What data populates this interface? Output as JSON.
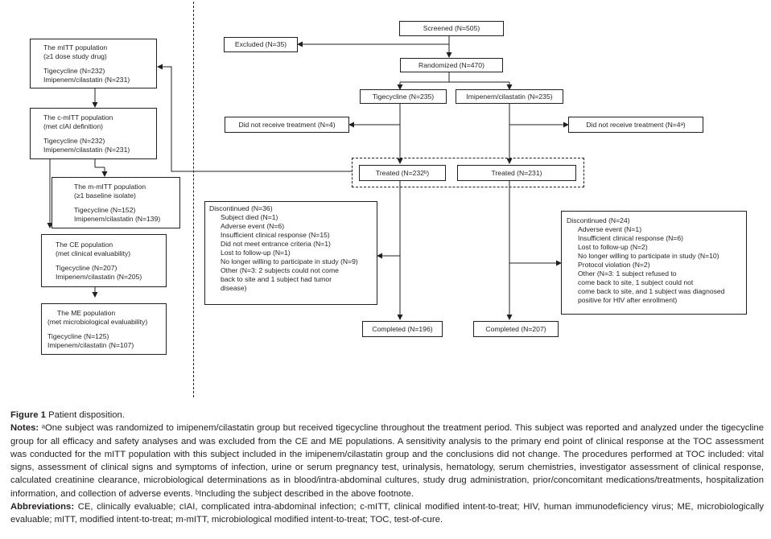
{
  "left": {
    "mitt": {
      "title": "The mITT population",
      "sub": "(≥1 dose study drug)",
      "tig": "Tigecycline (N=232)",
      "imi": "Imipenem/cilastatin (N=231)"
    },
    "cmitt": {
      "title": "The c-mITT population",
      "sub": "(met cIAI definition)",
      "tig": "Tigecycline (N=232)",
      "imi": "Imipenem/cilastatin (N=231)"
    },
    "mmitt": {
      "title": "The m-mITT population",
      "sub": "(≥1 baseline isolate)",
      "tig": "Tigecycline (N=152)",
      "imi": "Imipenem/cilastatin (N=139)"
    },
    "ce": {
      "title": "The CE population",
      "sub": "(met clinical evaluability)",
      "tig": "Tigecycline (N=207)",
      "imi": "Imipenem/cilastatin (N=205)"
    },
    "me": {
      "title": "The ME population",
      "sub": "(met microbiological evaluability)",
      "tig": "Tigecycline (N=125)",
      "imi": "Imipenem/cilastatin (N=107)"
    }
  },
  "flow": {
    "screened": "Screened (N=505)",
    "excluded": "Excluded (N=35)",
    "randomized": "Randomized (N=470)",
    "tig_arm": "Tigecycline (N=235)",
    "imi_arm": "Imipenem/cilastatin (N=235)",
    "no_treat_tig": "Did not receive treatment (N=4)",
    "no_treat_imi": "Did not receive treatment (N=4ᵃ)",
    "treated_tig": "Treated (N=232ᵇ)",
    "treated_imi": "Treated (N=231)",
    "completed_tig": "Completed (N=196)",
    "completed_imi": "Completed (N=207)",
    "disc_tig": {
      "title": "Discontinued (N=36)",
      "items": [
        "Subject died (N=1)",
        "Adverse event (N=6)",
        "Insufficient clinical response (N=15)",
        "Did not meet entrance criteria (N=1)",
        "Lost to follow-up (N=1)",
        "No longer willing to participate in study (N=9)",
        "Other (N=3: 2 subjects could not come",
        "back to site and 1 subject had tumor",
        "disease)"
      ]
    },
    "disc_imi": {
      "title": "Discontinued (N=24)",
      "items": [
        "Adverse event (N=1)",
        "Insufficient clinical response (N=6)",
        "Lost to follow-up (N=2)",
        "No longer willing to participate in study (N=10)",
        "Protocol violation (N=2)",
        "Other (N=3: 1 subject refused to",
        "come back to site, 1 subject could not",
        "come back to site, and 1 subject was diagnosed",
        "positive for HIV after enrollment)"
      ]
    }
  },
  "caption": {
    "fig_label": "Figure 1",
    "fig_title": "Patient disposition.",
    "notes_label": "Notes:",
    "notes_text": "ᵃOne subject was randomized to imipenem/cilastatin group but received tigecycline throughout the treatment period. This subject was reported and analyzed under the tigecycline group for all efficacy and safety analyses and was excluded from the CE and ME populations. A sensitivity analysis to the primary end point of clinical response at the TOC assessment was conducted for the mITT population with this subject included in the imipenem/cilastatin group and the conclusions did not change. The procedures performed at TOC included: vital signs, assessment of clinical signs and symptoms of infection, urine or serum pregnancy test, urinalysis, hematology, serum chemistries, investigator assessment of clinical response, calculated creatinine clearance, microbiological determinations as in blood/intra-abdominal cultures, study drug administration, prior/concomitant medications/treatments, hospitalization information, and collection of adverse events. ᵇIncluding the subject described in the above footnote.",
    "abbr_label": "Abbreviations:",
    "abbr_text": "CE, clinically evaluable; cIAI, complicated intra-abdominal infection; c-mITT, clinical modified intent-to-treat; HIV, human immunodeficiency virus; ME, microbiologically evaluable; mITT, modified intent-to-treat; m-mITT, microbiological modified intent-to-treat; TOC, test-of-cure."
  }
}
